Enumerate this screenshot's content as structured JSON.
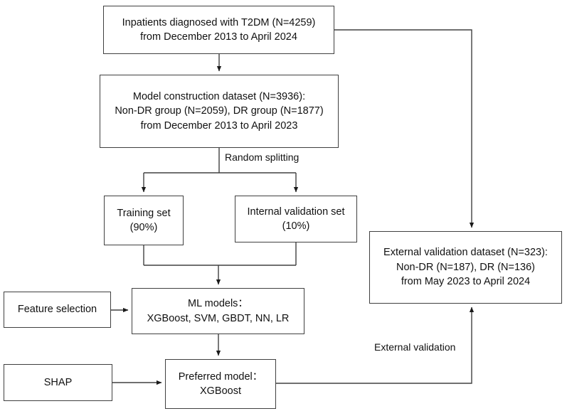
{
  "diagram": {
    "title": "Study flow diagram for DR prediction model development and validation",
    "stroke_color": "#404040",
    "text_color": "#111111",
    "background": "#ffffff"
  },
  "nodes": {
    "inpatients": {
      "name": "inpatients-box",
      "lines": [
        "Inpatients diagnosed with T2DM (N=4259)",
        "from December 2013 to April 2024"
      ]
    },
    "model_construction": {
      "name": "model-construction-dataset-box",
      "lines": [
        "Model construction dataset (N=3936):",
        "Non-DR group (N=2059),  DR group (N=1877)",
        "from December 2013 to April 2023"
      ]
    },
    "training_set": {
      "name": "training-set-box",
      "lines": [
        "Training set",
        "(90%)"
      ]
    },
    "internal_validation": {
      "name": "internal-validation-set-box",
      "lines": [
        "Internal validation set",
        "(10%)"
      ]
    },
    "external_validation": {
      "name": "external-validation-dataset-box",
      "lines": [
        "External validation dataset (N=323):",
        "Non-DR (N=187),   DR (N=136)",
        "from May 2023 to April 2024"
      ]
    },
    "feature_selection": {
      "name": "feature-selection-box",
      "lines": [
        "Feature selection"
      ]
    },
    "ml_models": {
      "name": "ml-models-box",
      "lines": [
        "ML models：",
        "XGBoost, SVM, GBDT, NN, LR"
      ]
    },
    "shap": {
      "name": "shap-box",
      "lines": [
        "SHAP"
      ]
    },
    "preferred_model": {
      "name": "preferred-model-box",
      "lines": [
        "Preferred model：",
        "XGBoost"
      ]
    }
  },
  "edge_labels": {
    "random_splitting": "Random splitting",
    "external_validation": "External validation"
  }
}
